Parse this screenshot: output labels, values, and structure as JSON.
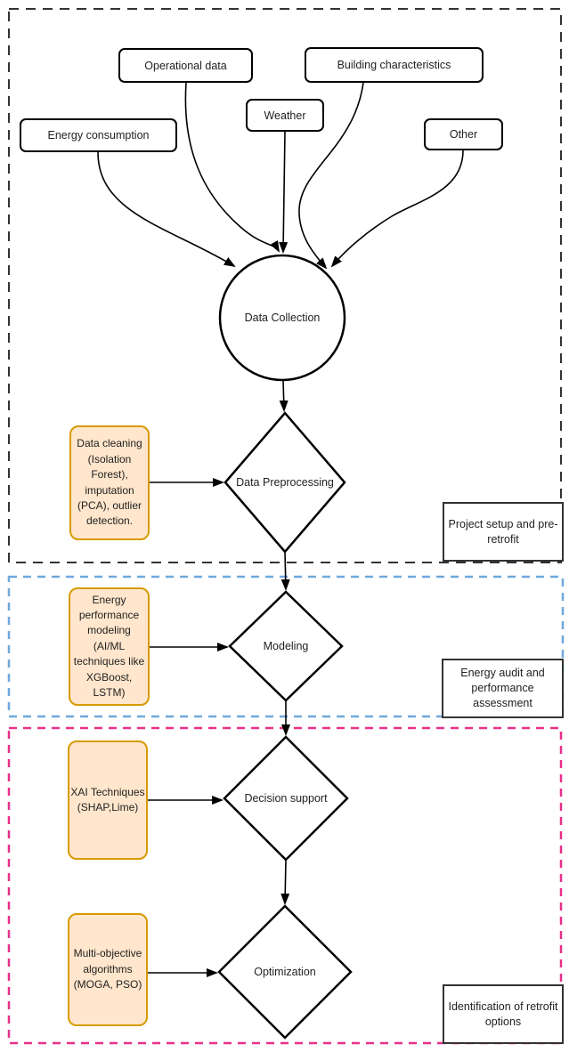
{
  "sections": {
    "top": {
      "label": "Project setup and pre-retrofit",
      "border_color": "#333333"
    },
    "middle": {
      "label": "Energy audit and performance assessment",
      "border_color": "#6FA8DC"
    },
    "bottom": {
      "label": "Identification of retrofit options",
      "border_color": "#E8308A"
    }
  },
  "inputs": {
    "energy_consumption": "Energy consumption",
    "operational_data": "Operational data",
    "weather": "Weather",
    "building_characteristics": "Building characteristics",
    "other": "Other"
  },
  "nodes": {
    "data_collection": "Data Collection",
    "data_preprocessing": "Data Preprocessing",
    "modeling": "Modeling",
    "decision_support": "Decision support",
    "optimization": "Optimization"
  },
  "notes": {
    "data_cleaning": "Data cleaning (Isolation Forest), imputation (PCA), outlier detection.",
    "energy_performance_modeling": "Energy performance modeling (AI/ML techniques like XGBoost, LSTM)",
    "xai_techniques": "XAI Techniques (SHAP,Lime)",
    "multi_objective_algorithms": "Multi-objective algorithms (MOGA, PSO)"
  },
  "colors": {
    "note_fill": "#FFE6CC",
    "note_border": "#D79B00",
    "shape_stroke": "#000000",
    "frame_top": "#333333",
    "frame_middle": "#6FA8DC",
    "frame_bottom": "#E8308A"
  }
}
